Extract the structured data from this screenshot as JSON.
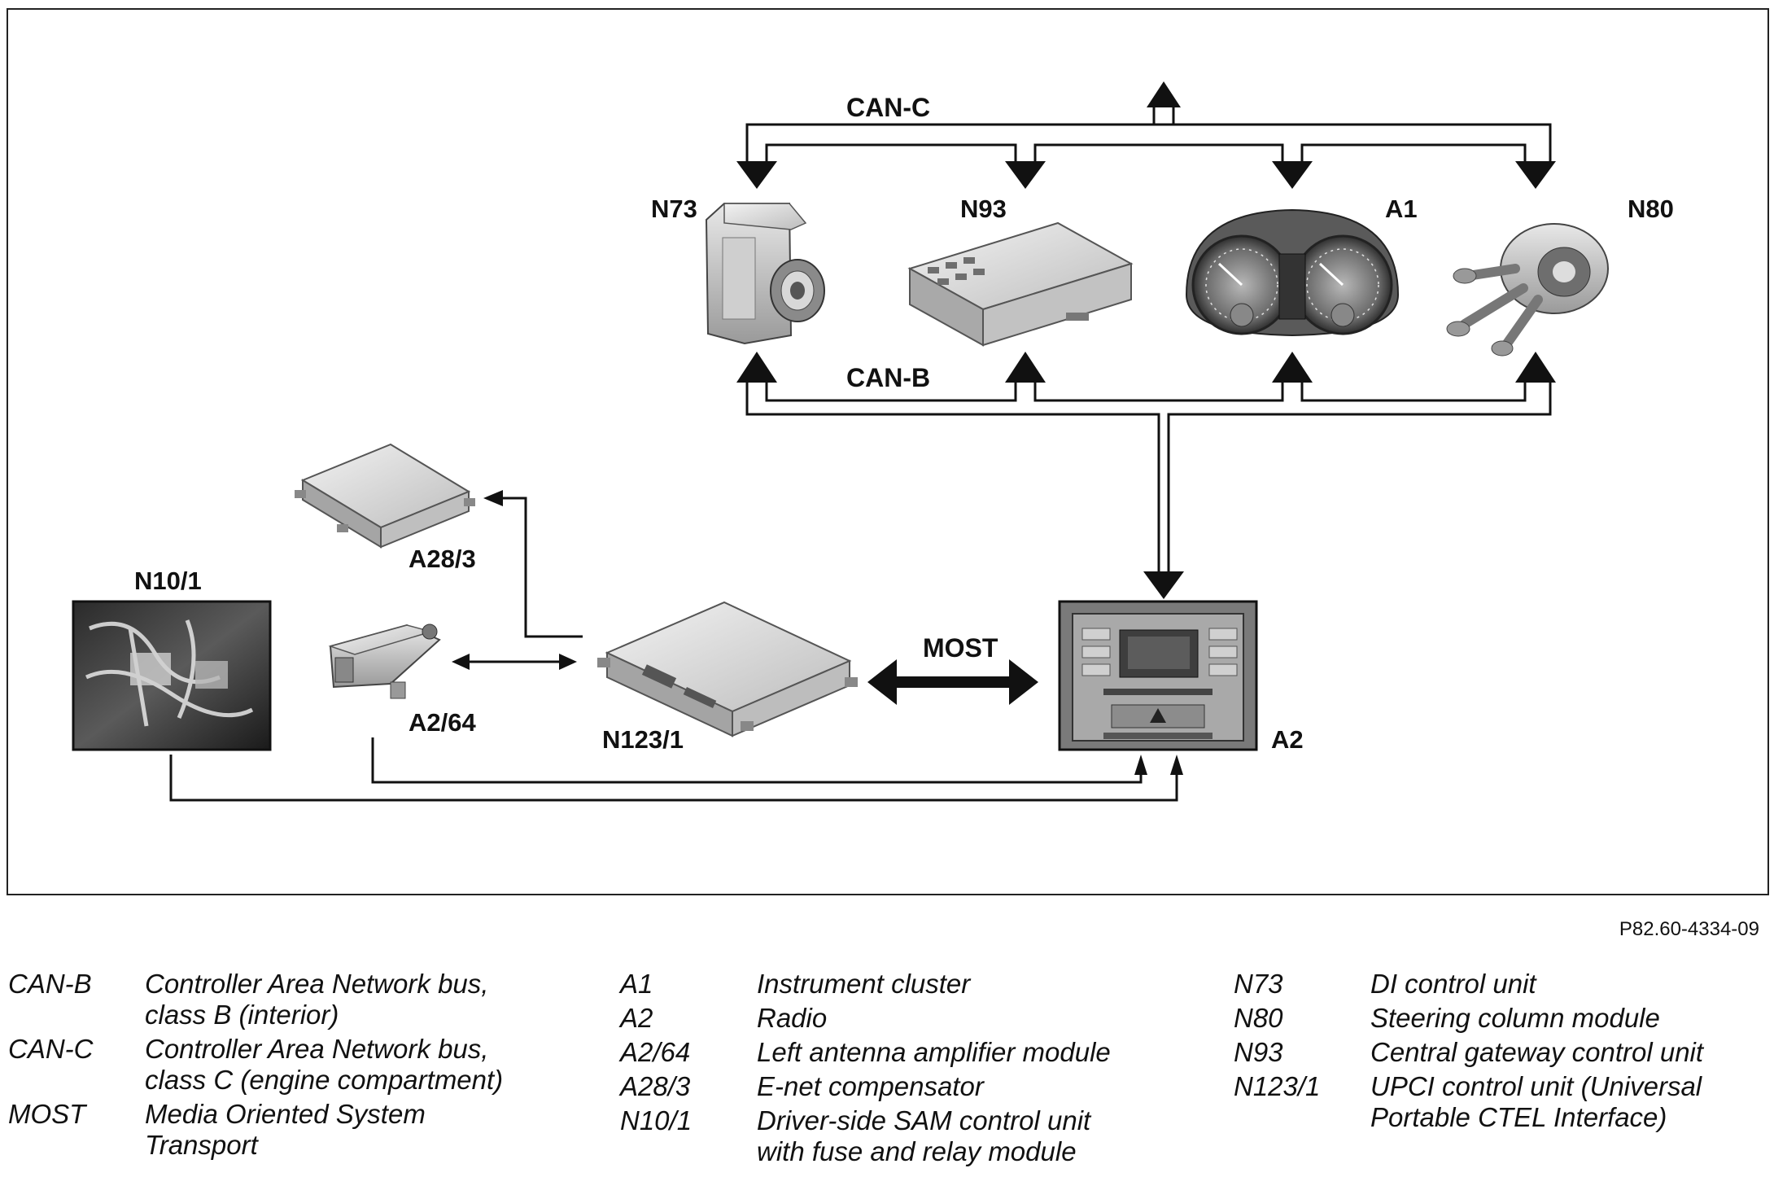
{
  "diagram": {
    "buses": {
      "can_c": "CAN-C",
      "can_b": "CAN-B",
      "most": "MOST"
    },
    "components": {
      "n73": "N73",
      "n93": "N93",
      "a1": "A1",
      "n80": "N80",
      "a28_3": "A28/3",
      "n10_1": "N10/1",
      "a2_64": "A2/64",
      "n123_1": "N123/1",
      "a2": "A2"
    },
    "reference": "P82.60-4334-09"
  },
  "legend": {
    "col1": [
      {
        "code": "CAN-B",
        "lines": [
          "Controller Area Network bus,",
          "class B (interior)"
        ]
      },
      {
        "code": "CAN-C",
        "lines": [
          "Controller Area Network bus,",
          "class C (engine compartment)"
        ]
      },
      {
        "code": "MOST",
        "lines": [
          "Media Oriented System",
          "Transport"
        ]
      }
    ],
    "col2": [
      {
        "code": "A1",
        "lines": [
          "Instrument cluster"
        ]
      },
      {
        "code": "A2",
        "lines": [
          "Radio"
        ]
      },
      {
        "code": "A2/64",
        "lines": [
          "Left antenna amplifier module"
        ]
      },
      {
        "code": "A28/3",
        "lines": [
          "E-net compensator"
        ]
      },
      {
        "code": "N10/1",
        "lines": [
          "Driver-side SAM control unit",
          "with fuse and relay module"
        ]
      }
    ],
    "col3": [
      {
        "code": "N73",
        "lines": [
          "DI control unit"
        ]
      },
      {
        "code": "N80",
        "lines": [
          "Steering column module"
        ]
      },
      {
        "code": "N93",
        "lines": [
          "Central gateway control unit"
        ]
      },
      {
        "code": "N123/1",
        "lines": [
          "UPCI control unit (Universal",
          "Portable CTEL Interface)"
        ]
      }
    ]
  }
}
